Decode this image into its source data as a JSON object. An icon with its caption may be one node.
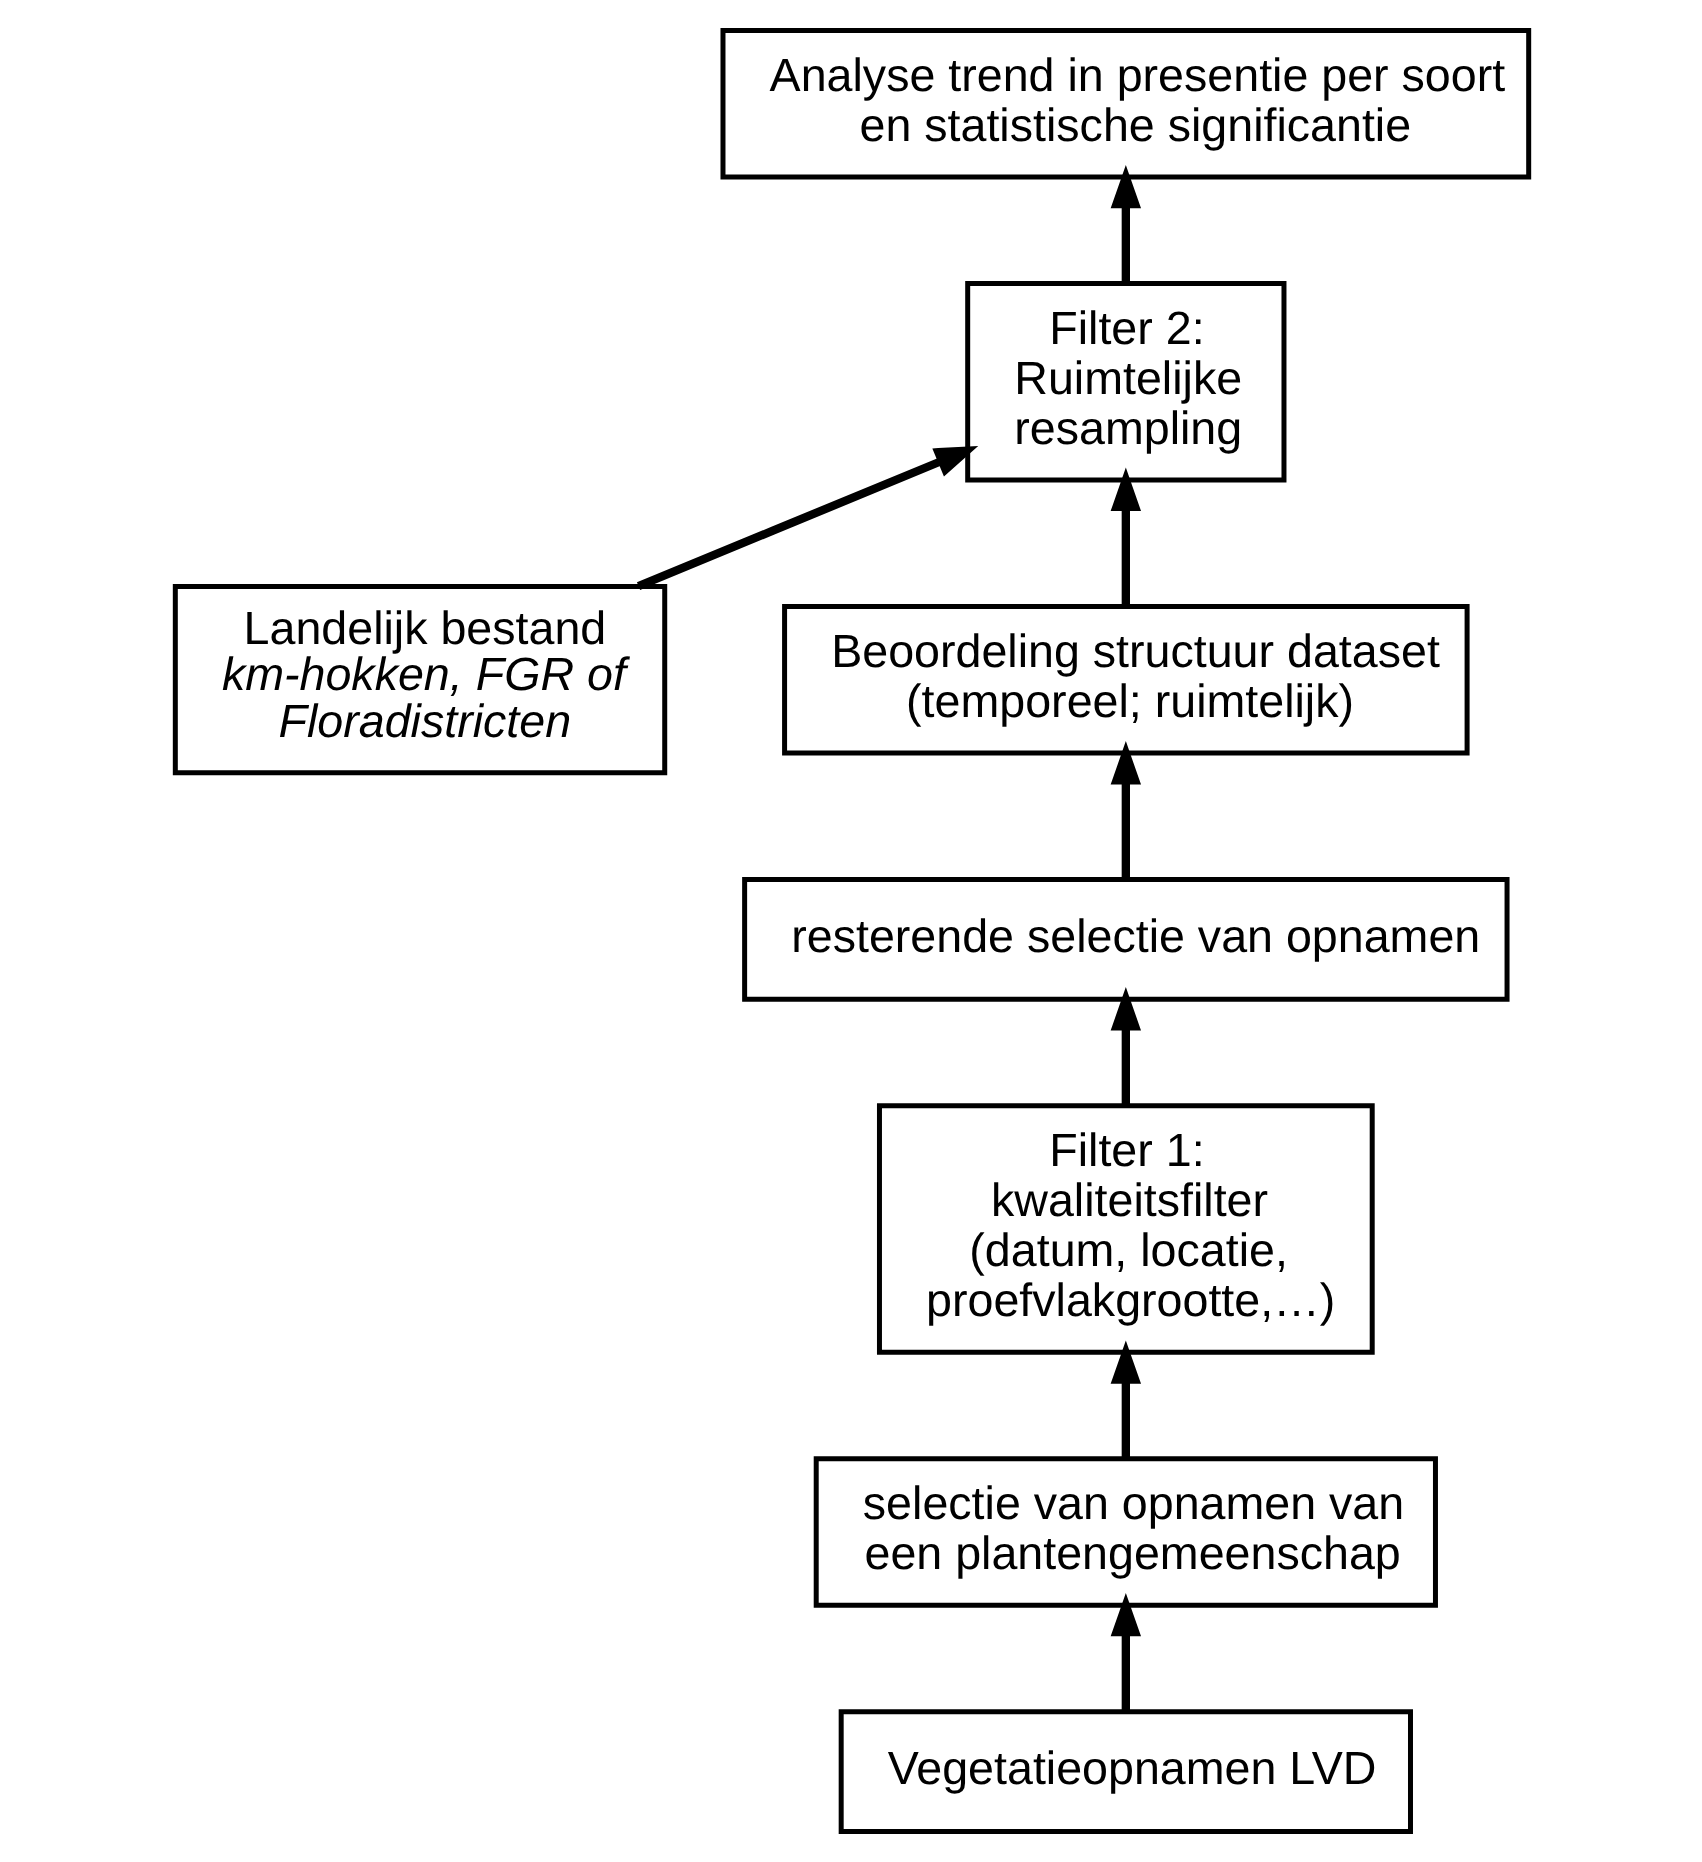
{
  "diagram": {
    "nodes": [
      {
        "text": [
          "Analyse trend in presentie per soort en statistische significantie"
        ]
      },
      {
        "text": [
          "Filter 2: Ruimtelijke resampling"
        ]
      },
      {
        "text": [
          "Landelijk bestand",
          "km-hokken, FGR of Floradistricten"
        ]
      },
      {
        "text": [
          "Beoordeling structuur dataset (temporeel; ruimtelijk)"
        ]
      },
      {
        "text": [
          "resterende selectie van opnamen"
        ]
      },
      {
        "text": [
          "Filter 1: kwaliteitsfilter (datum, locatie, proefvlakgrootte,…)"
        ]
      },
      {
        "text": [
          "selectie van opnamen van een plantengemeenschap"
        ]
      },
      {
        "text": [
          "Vegetatieopnamen LVD"
        ]
      }
    ],
    "edges": [
      {
        "from": 7,
        "to": 6,
        "arrow": "to"
      },
      {
        "from": 6,
        "to": 5,
        "arrow": "to"
      },
      {
        "from": 5,
        "to": 4,
        "arrow": "to"
      },
      {
        "from": 4,
        "to": 3,
        "arrow": "to"
      },
      {
        "from": 3,
        "to": 1,
        "arrow": "to"
      },
      {
        "from": 2,
        "to": 1,
        "arrow": "to"
      },
      {
        "from": 1,
        "to": 0,
        "arrow": "to"
      }
    ]
  }
}
